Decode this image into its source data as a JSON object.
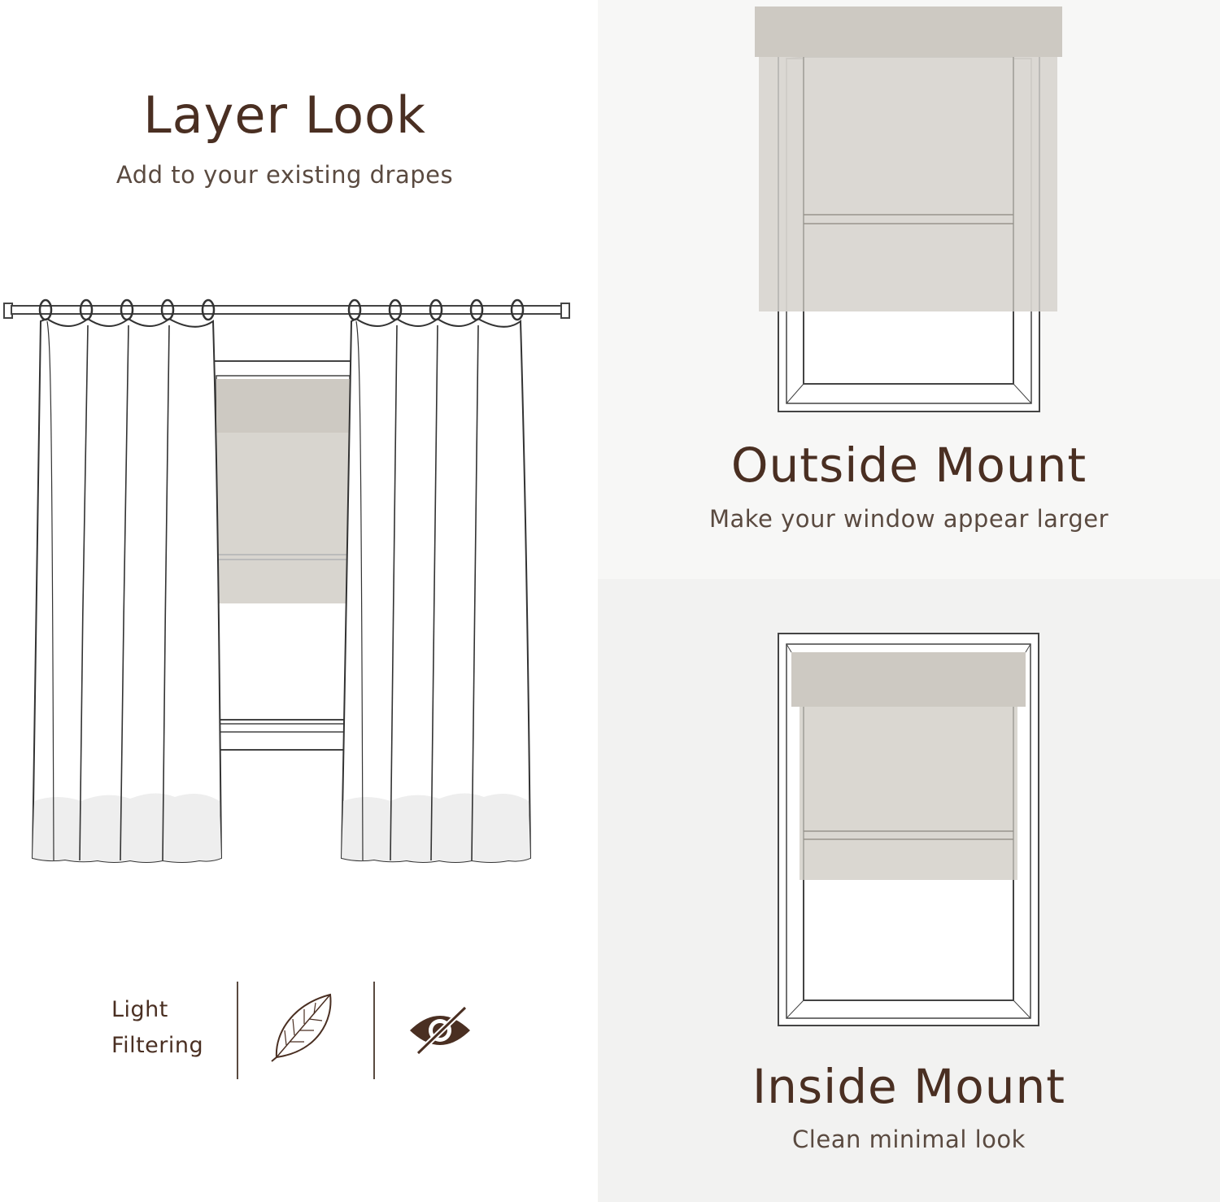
{
  "layer_look": {
    "title": "Layer Look",
    "subtitle": "Add to your existing drapes"
  },
  "features": {
    "label_line1": "Light",
    "label_line2": "Filtering",
    "icons": [
      "leaf-icon",
      "eye-slash-icon"
    ]
  },
  "outside_mount": {
    "title": "Outside Mount",
    "subtitle": "Make your window appear larger"
  },
  "inside_mount": {
    "title": "Inside Mount",
    "subtitle": "Clean minimal look"
  },
  "colors": {
    "title_brown": "#4a2f22",
    "shade_fill": "#d8d5cf",
    "valance_fill": "#cdc9c2",
    "line": "#444444"
  }
}
